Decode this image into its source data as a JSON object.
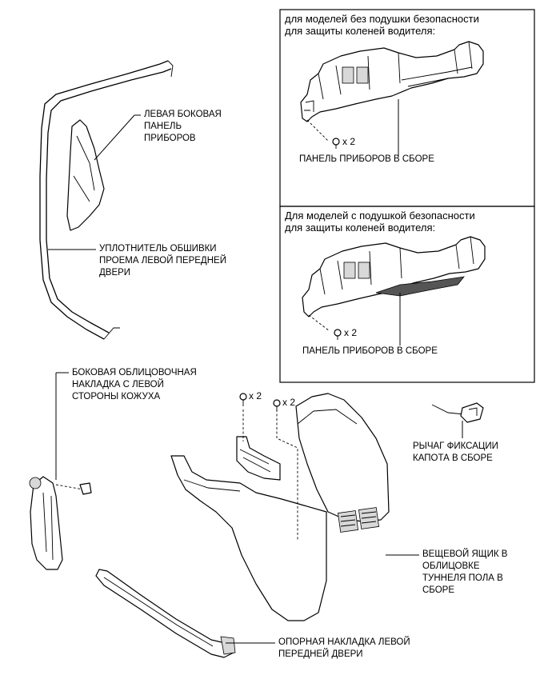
{
  "box_top": {
    "title": "для моделей без подушки безопасности\nдля защиты коленей водителя:",
    "qty": "x 2",
    "part_label": "ПАНЕЛЬ ПРИБОРОВ В СБОРЕ"
  },
  "box_bottom": {
    "title": "Для моделей с подушкой безопасности\nдля защиты коленей водителя:",
    "qty": "x 2",
    "part_label": "ПАНЕЛЬ ПРИБОРОВ В СБОРЕ"
  },
  "labels": {
    "left_side_panel": "ЛЕВАЯ БОКОВАЯ\nПАНЕЛЬ\nПРИБОРОВ",
    "door_weatherstrip": "УПЛОТНИТЕЛЬ ОБШИВКИ\nПРОЕМА ЛЕВОЙ ПЕРЕДНЕЙ\nДВЕРИ",
    "cowl_side_trim": "БОКОВАЯ ОБЛИЦОВОЧНАЯ\nНАКЛАДКА С ЛЕВОЙ\nСТОРОНЫ КОЖУХА",
    "hood_lock_lever": "РЫЧАГ ФИКСАЦИИ\nКАПОТА В СБОРЕ",
    "console_box": "ВЕЩЕВОЙ ЯЩИК В\nОБЛИЦОВКЕ\nТУННЕЛЯ ПОЛА В\nСБОРЕ",
    "door_scuff_plate": "ОПОРНАЯ НАКЛАДКА ЛЕВОЙ\nПЕРЕДНЕЙ ДВЕРИ"
  },
  "fasteners": {
    "console_screw_qty_a": "x 2",
    "console_screw_qty_b": "x 2"
  }
}
